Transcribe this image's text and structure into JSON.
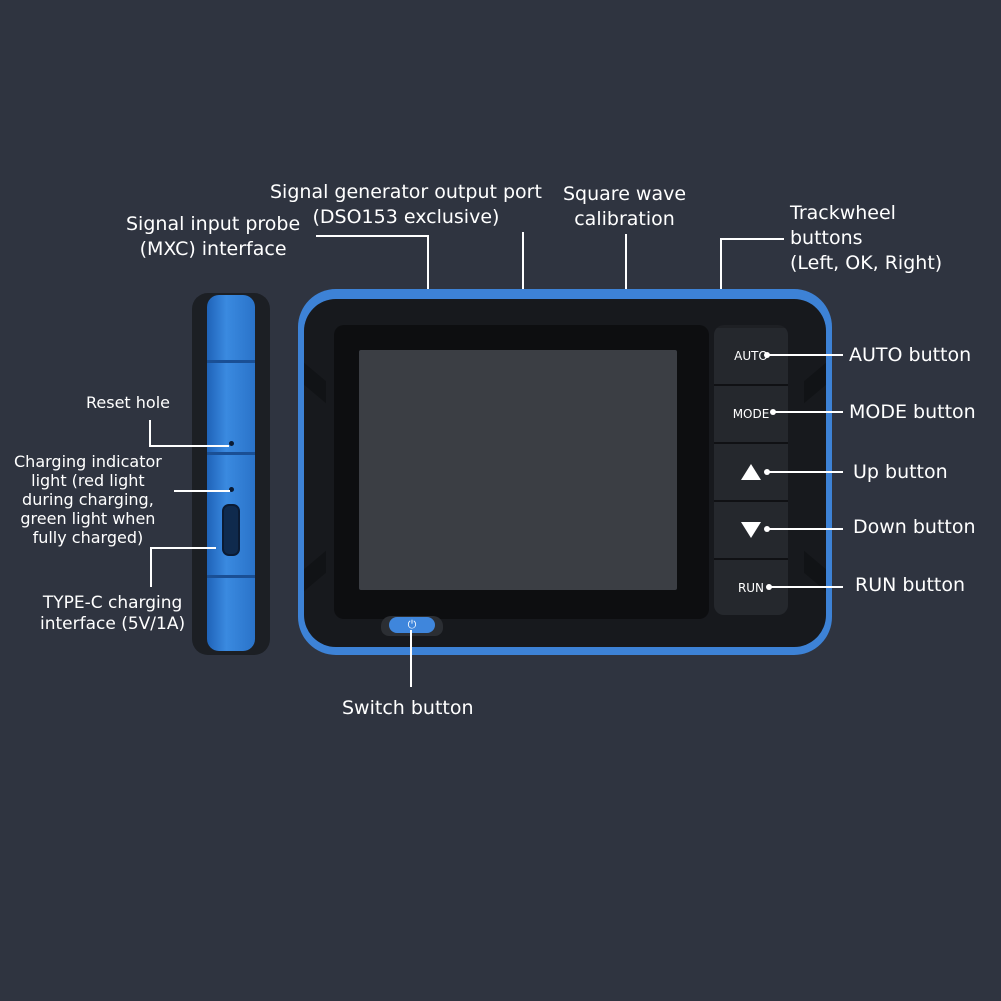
{
  "labels": {
    "signal_input": [
      "Signal input probe",
      "(MXC) interface"
    ],
    "signal_generator": [
      "Signal generator output port",
      "(DSO153 exclusive)"
    ],
    "square_wave": [
      "Square wave",
      "calibration"
    ],
    "trackwheel": [
      "Trackwheel",
      "buttons",
      "(Left, OK, Right)"
    ],
    "reset_hole": "Reset hole",
    "charging_indicator": [
      "Charging indicator",
      "light (red light",
      "during charging,",
      "green light when",
      "fully charged)"
    ],
    "typec": [
      "TYPE-C charging",
      "interface (5V/1A)"
    ],
    "auto_button": "AUTO button",
    "mode_button": "MODE button",
    "up_button": "Up button",
    "down_button": "Down button",
    "run_button": "RUN button",
    "switch_button": "Switch button"
  },
  "device_buttons": {
    "auto": "AUTO",
    "mode": "MODE",
    "run": "RUN",
    "power_icon": "power-icon"
  },
  "colors": {
    "background": "#2f3440",
    "device_blue": "#3d82d6",
    "device_body": "#17191d",
    "screen": "#3b3e44",
    "text": "#ffffff"
  }
}
